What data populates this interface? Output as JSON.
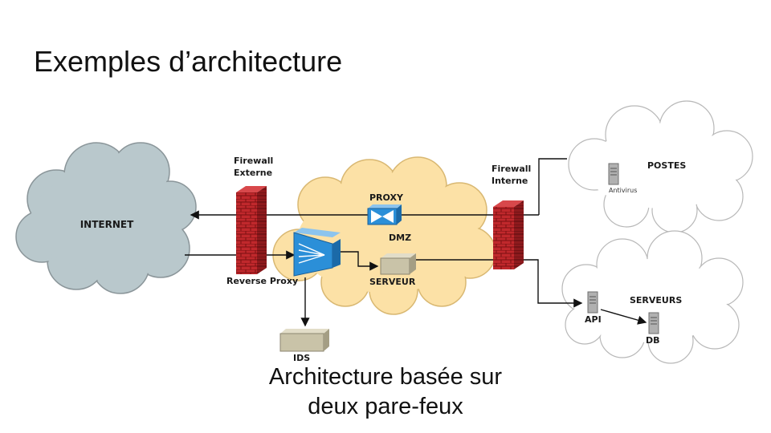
{
  "title": "Exemples d’architecture",
  "caption": {
    "line1": "Architecture basée sur",
    "line2": "deux pare-feux"
  },
  "diagram": {
    "internet": "INTERNET",
    "firewall_externe": [
      "Firewall",
      "Externe"
    ],
    "firewall_interne": [
      "Firewall",
      "Interne"
    ],
    "proxy": "PROXY",
    "dmz": "DMZ",
    "reverse_proxy": "Reverse Proxy",
    "serveur": "SERVEUR",
    "ids": "IDS",
    "postes": "POSTES",
    "antivirus": "Antivirus",
    "serveurs": "SERVEURS",
    "api": "API",
    "db": "DB"
  },
  "colors": {
    "internet_cloud": "#b9c8cc",
    "dmz_cloud": "#fce1a6",
    "lan_cloud": "#ffffff",
    "firewall_brick": "#c0282c",
    "proxy_blue": "#2b8fd8",
    "server_box": "#c9c3a8"
  }
}
